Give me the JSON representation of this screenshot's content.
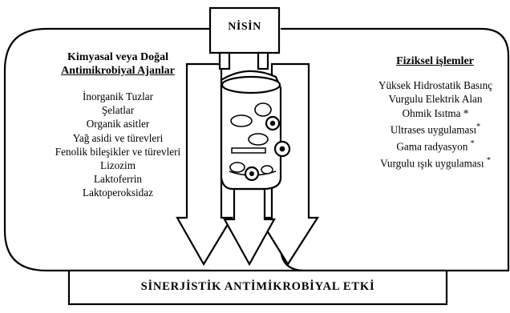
{
  "nisin": {
    "label": "NİSİN"
  },
  "left_panel": {
    "title_line1": "Kimyasal veya Doğal",
    "title_line2": "Antimikrobiyal Ajanlar",
    "items": [
      "İnorganik Tuzlar",
      "Şelatlar",
      "Organik asitler",
      "Yağ asidi ve türevleri",
      "Fenolik bileşikler ve türevleri",
      "Lizozim",
      "Laktoferrin",
      "Laktoperoksidaz"
    ]
  },
  "right_panel": {
    "title": "Fiziksel işlemler",
    "items": [
      {
        "text": "Yüksek Hidrostatik Basınç",
        "mark": ""
      },
      {
        "text": "Vurgulu Elektrik Alan",
        "mark": ""
      },
      {
        "text": "Ohmik Isıtma",
        "mark": "*"
      },
      {
        "text": "Ultrases uygulaması",
        "mark": "*"
      },
      {
        "text": "Gama radyasyon",
        "mark": "*"
      },
      {
        "text": "Vurgulu ışık uygulaması",
        "mark": "*"
      }
    ]
  },
  "bottom": {
    "label": "SİNERJİSTİK ANTİMİKROBİYAL ETKİ"
  },
  "colors": {
    "stroke": "#000000",
    "fill": "#ffffff",
    "text": "#000000"
  }
}
